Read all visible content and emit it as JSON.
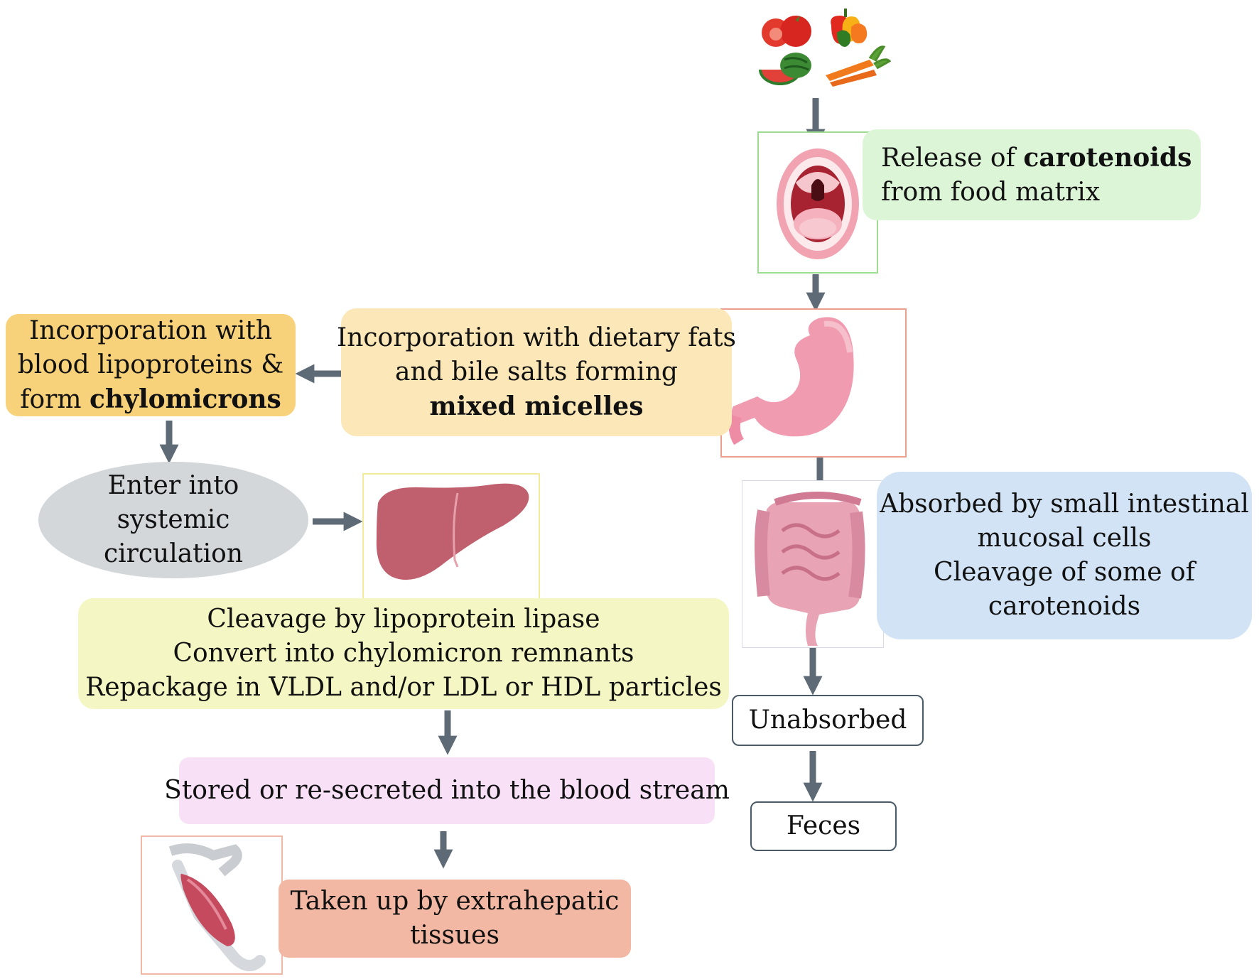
{
  "release": {
    "pre": "Release of ",
    "bold": "carotenoids",
    "line2": "from food matrix"
  },
  "micelles": {
    "line1": "Incorporation with dietary fats",
    "line2": "and bile salts forming",
    "bold": "mixed micelles"
  },
  "chylo": {
    "line1": "Incorporation with",
    "line2": "blood lipoproteins &",
    "pre3": "form ",
    "bold": "chylomicrons"
  },
  "systemic": {
    "line1": "Enter into",
    "line2": "systemic",
    "line3": "circulation"
  },
  "absorbed": {
    "line1": "Absorbed by small intestinal",
    "line2": "mucosal cells",
    "line3": "Cleavage of some of",
    "line4": "carotenoids"
  },
  "cleavage": {
    "line1": "Cleavage by lipoprotein lipase",
    "line2": "Convert into chylomicron remnants",
    "line3": "Repackage in VLDL and/or LDL or HDL particles"
  },
  "stored": {
    "line1": "Stored or re-secreted into the blood stream"
  },
  "unabsorbed": {
    "label": "Unabsorbed"
  },
  "feces": {
    "label": "Feces"
  },
  "taken": {
    "line1": "Taken up by extrahepatic",
    "line2": "tissues"
  },
  "colors": {
    "release_box": "#dcf5d6",
    "micelles_box": "#fbe7b8",
    "chylo_box": "#f7d27a",
    "systemic_ellipse": "#d3d7da",
    "absorbed_box": "#d1e3f4",
    "cleavage_box": "#f4f7c3",
    "stored_box": "#f8e0f7",
    "taken_box": "#f2b8a4",
    "arrow": "#5e6a75"
  }
}
